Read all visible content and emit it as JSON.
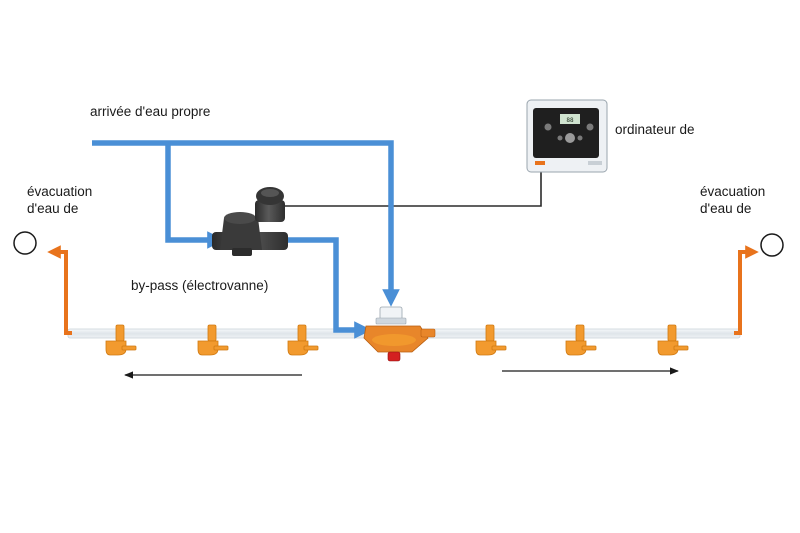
{
  "labels": {
    "clean_water_supply": "arrivée d'eau propre",
    "controller": "ordinateur de",
    "drain_left": [
      "évacuation",
      "d'eau de"
    ],
    "drain_right": [
      "évacuation",
      "d'eau de"
    ],
    "bypass": "by-pass (électrovanne)"
  },
  "controller_screen": {
    "display_value": "88"
  },
  "colors": {
    "water_line": "#4a8fd6",
    "drain_line": "#e8731c",
    "drinker_orange": "#f29a2e",
    "regulator_orange": "#e8862a",
    "valve_body": "#3a3a3a",
    "pipe": "#e9eef2",
    "signal_wire": "#2b2b2b"
  },
  "icons": {
    "solenoid_valve": "solenoid-valve-icon",
    "controller_box": "controller-box-icon",
    "pressure_regulator": "pressure-regulator-icon",
    "drain_outlet": "drain-outlet-icon",
    "drinker_nipple": "drinker-nipple-icon"
  }
}
